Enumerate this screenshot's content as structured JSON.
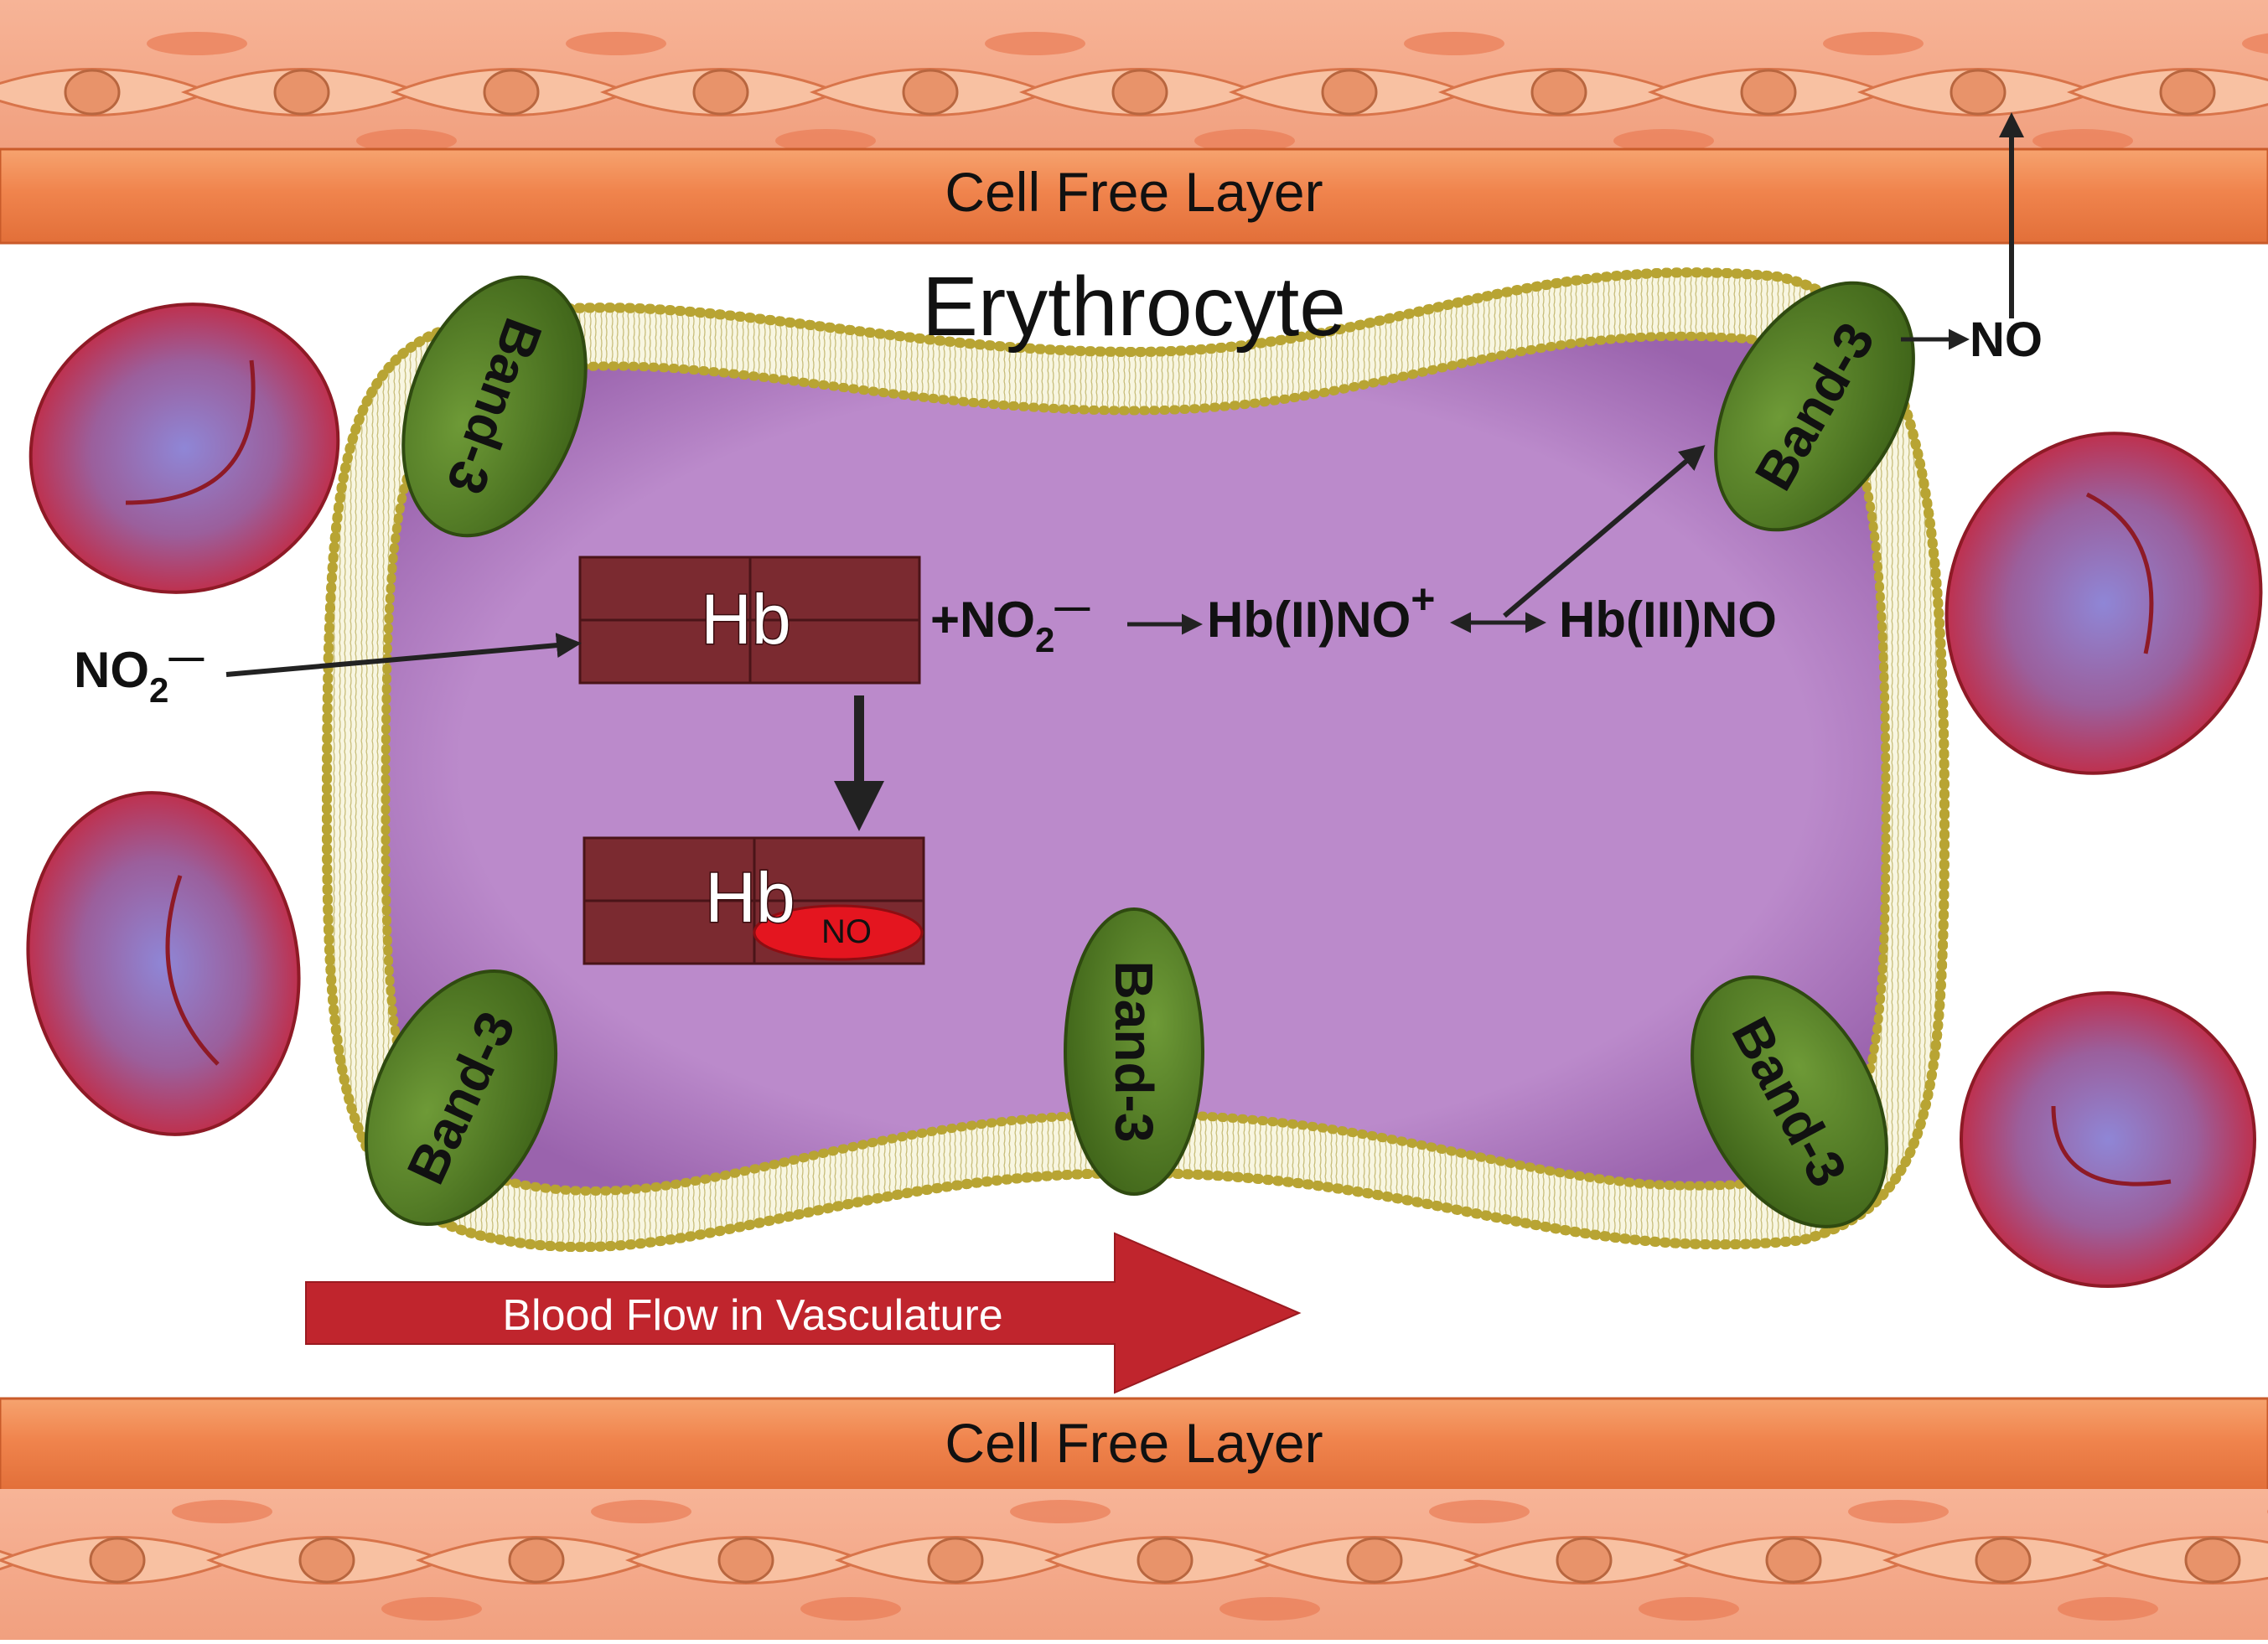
{
  "labels": {
    "cell_free_layer_top": "Cell Free Layer",
    "cell_free_layer_bottom": "Cell Free Layer",
    "erythrocyte": "Erythrocyte",
    "band3": "Band-3",
    "no2_outside": "NO",
    "no2_outside_sub": "2",
    "no2_outside_charge": "—",
    "hb": "Hb",
    "hb_no_tag": "NO",
    "no_out": "NO",
    "blood_flow": "Blood Flow in Vasculature"
  },
  "reaction": {
    "reactant_prefix": "+NO",
    "reactant_sub": "2",
    "reactant_charge": "—",
    "intermediate": "Hb(II)NO",
    "intermediate_charge": "+",
    "product": "Hb(III)NO"
  },
  "colors": {
    "cytoplasm": "#b988c9",
    "membrane": "#f2edc4",
    "membrane_heads": "#b8a433",
    "band3": "#4f7a22",
    "hb": "#7b2a30",
    "no_tag": "#e4151f",
    "flow_arrow": "#c0252d",
    "vessel": "#f28b55",
    "rbc": "#c12434"
  }
}
